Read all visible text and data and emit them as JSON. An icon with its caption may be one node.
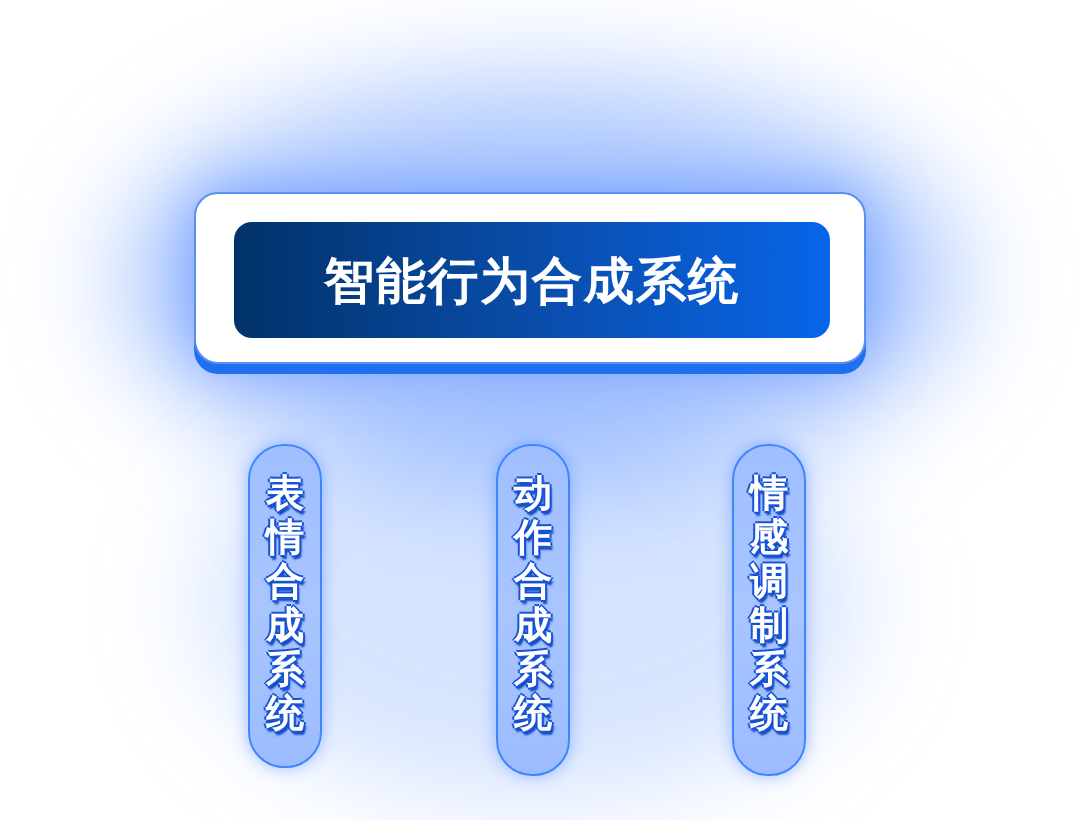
{
  "diagram": {
    "nodes": [
      {
        "text": [
          "智能行为合成系统"
        ]
      },
      {
        "text": [
          "表情合成系统"
        ]
      },
      {
        "text": [
          "动作合成系统"
        ]
      },
      {
        "text": [
          "情感调制系统"
        ]
      }
    ]
  }
}
